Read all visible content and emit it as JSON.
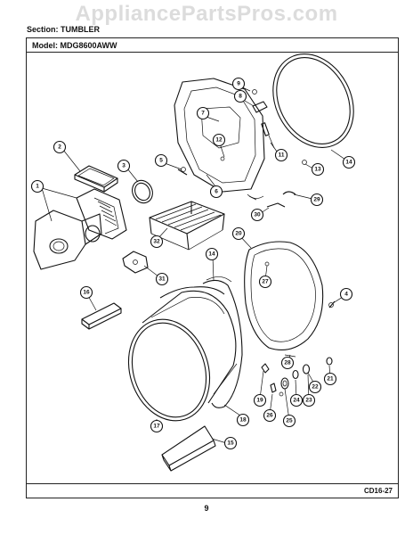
{
  "watermark": "AppliancePartsPros.com",
  "section": "Section:  TUMBLER",
  "model": "Model:  MDG8600AWW",
  "diagram_code": "CD16-27",
  "page_number": "9",
  "callouts": [
    "1",
    "2",
    "3",
    "4",
    "5",
    "6",
    "7",
    "8",
    "9",
    "11",
    "12",
    "13",
    "14",
    "15",
    "16",
    "17",
    "18",
    "19",
    "20",
    "21",
    "22",
    "23",
    "24",
    "25",
    "26",
    "27",
    "28",
    "29",
    "30",
    "31",
    "32"
  ]
}
